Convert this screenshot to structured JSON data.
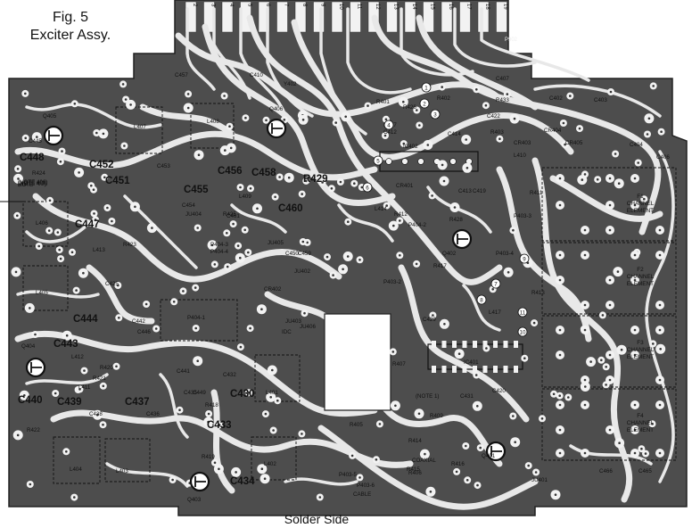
{
  "figure": {
    "label": "Fig. 5",
    "title": "Exciter Assy.",
    "caption": "Solder Side"
  },
  "connector": {
    "label": "P902",
    "pins": [
      "2",
      "3",
      "4",
      "5",
      "6",
      "7",
      "8",
      "9",
      "10",
      "11",
      "12",
      "13",
      "14",
      "15",
      "16",
      "17",
      "18",
      "19"
    ]
  },
  "components_bold": [
    {
      "ref": "C448"
    },
    {
      "ref": "C452"
    },
    {
      "ref": "C451"
    },
    {
      "ref": "C456"
    },
    {
      "ref": "C458"
    },
    {
      "ref": "C455"
    },
    {
      "ref": "R429"
    },
    {
      "ref": "C460"
    },
    {
      "ref": "C447"
    },
    {
      "ref": "C444"
    },
    {
      "ref": "C443"
    },
    {
      "ref": "C440"
    },
    {
      "ref": "C439"
    },
    {
      "ref": "C437"
    },
    {
      "ref": "C430"
    },
    {
      "ref": "C433"
    },
    {
      "ref": "C434"
    }
  ],
  "components_small": [
    {
      "ref": "Q405"
    },
    {
      "ref": "Q406"
    },
    {
      "ref": "Q404"
    },
    {
      "ref": "Q403"
    },
    {
      "ref": "Q402"
    },
    {
      "ref": "Q401"
    },
    {
      "ref": "IC402"
    },
    {
      "ref": "IC401"
    },
    {
      "ref": "L407"
    },
    {
      "ref": "L408"
    },
    {
      "ref": "L406"
    },
    {
      "ref": "L405"
    },
    {
      "ref": "L404"
    },
    {
      "ref": "L403"
    },
    {
      "ref": "L402"
    },
    {
      "ref": "L401"
    },
    {
      "ref": "L409"
    },
    {
      "ref": "L410"
    },
    {
      "ref": "L411"
    },
    {
      "ref": "L412"
    },
    {
      "ref": "L413"
    },
    {
      "ref": "L414"
    },
    {
      "ref": "L417"
    },
    {
      "ref": "C457"
    },
    {
      "ref": "C410"
    },
    {
      "ref": "C453"
    },
    {
      "ref": "C454"
    },
    {
      "ref": "C445"
    },
    {
      "ref": "C442"
    },
    {
      "ref": "C446"
    },
    {
      "ref": "C438"
    },
    {
      "ref": "C436"
    },
    {
      "ref": "C435"
    },
    {
      "ref": "C441"
    },
    {
      "ref": "C432"
    },
    {
      "ref": "C449"
    },
    {
      "ref": "C450"
    },
    {
      "ref": "C459"
    },
    {
      "ref": "C461"
    },
    {
      "ref": "C402"
    },
    {
      "ref": "C403"
    },
    {
      "ref": "C404"
    },
    {
      "ref": "C406"
    },
    {
      "ref": "C407"
    },
    {
      "ref": "C412"
    },
    {
      "ref": "C413"
    },
    {
      "ref": "C414"
    },
    {
      "ref": "C419"
    },
    {
      "ref": "C420"
    },
    {
      "ref": "C422"
    },
    {
      "ref": "C425"
    },
    {
      "ref": "C429"
    },
    {
      "ref": "C431"
    },
    {
      "ref": "C465"
    },
    {
      "ref": "C466"
    },
    {
      "ref": "R401"
    },
    {
      "ref": "R402"
    },
    {
      "ref": "R403"
    },
    {
      "ref": "R405"
    },
    {
      "ref": "R406"
    },
    {
      "ref": "R407"
    },
    {
      "ref": "R409"
    },
    {
      "ref": "R411"
    },
    {
      "ref": "R412"
    },
    {
      "ref": "R413"
    },
    {
      "ref": "R414"
    },
    {
      "ref": "R415"
    },
    {
      "ref": "R416"
    },
    {
      "ref": "R417"
    },
    {
      "ref": "R418"
    },
    {
      "ref": "R419"
    },
    {
      "ref": "R420"
    },
    {
      "ref": "R421"
    },
    {
      "ref": "R422"
    },
    {
      "ref": "R423"
    },
    {
      "ref": "R424"
    },
    {
      "ref": "R425"
    },
    {
      "ref": "R426"
    },
    {
      "ref": "R427"
    },
    {
      "ref": "R428"
    },
    {
      "ref": "R433"
    },
    {
      "ref": "CR401"
    },
    {
      "ref": "CR402"
    },
    {
      "ref": "CR403"
    },
    {
      "ref": "CR404"
    },
    {
      "ref": "CR405"
    },
    {
      "ref": "JU401"
    },
    {
      "ref": "JU402"
    },
    {
      "ref": "JU403"
    },
    {
      "ref": "JU404"
    },
    {
      "ref": "JU405"
    },
    {
      "ref": "JU406"
    },
    {
      "ref": "P403-2"
    },
    {
      "ref": "P403-3"
    },
    {
      "ref": "P403-4"
    },
    {
      "ref": "P403-5"
    },
    {
      "ref": "P403-6"
    },
    {
      "ref": "P404-1"
    },
    {
      "ref": "P404-2"
    },
    {
      "ref": "P404-3"
    },
    {
      "ref": "P404-4"
    },
    {
      "ref": "Y402"
    },
    {
      "ref": "IDC"
    },
    {
      "ref": "COAXIAL"
    },
    {
      "ref": "CABLE"
    },
    {
      "ref": "(NOTE 1)"
    },
    {
      "ref": "(NOTE 406)"
    },
    {
      "ref": "(NOTE 408)"
    },
    {
      "ref": "(NOTE 4/2)"
    },
    {
      "ref": "NOTE"
    }
  ],
  "pin_markers": [
    "1",
    "2",
    "3",
    "4",
    "5",
    "6",
    "7",
    "8",
    "9",
    "10",
    "11"
  ],
  "channel_elements": [
    {
      "name": "F1",
      "line1": "CHANNEL",
      "line2": "ELEMENT"
    },
    {
      "name": "F2",
      "line1": "CHANNEL",
      "line2": "ELEMENT"
    },
    {
      "name": "F3",
      "line1": "CHANNEL",
      "line2": "ELEMENT"
    },
    {
      "name": "F4",
      "line1": "CHANNEL",
      "line2": "ELEMENT"
    }
  ]
}
